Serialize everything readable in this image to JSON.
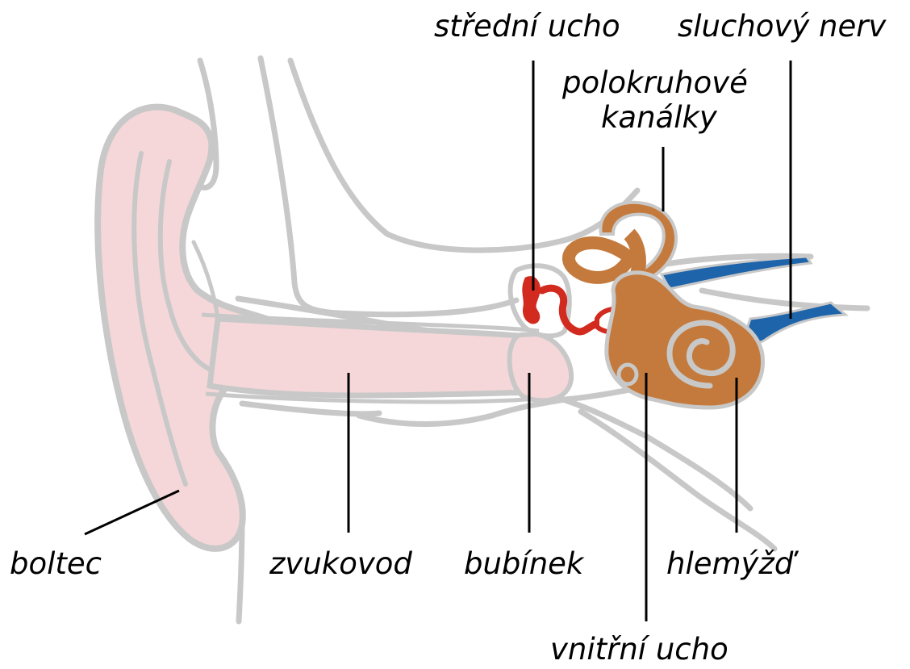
{
  "labels": {
    "middle_ear": "střední ucho",
    "auditory_nerve": "sluchový nerv",
    "semicircular_canals_line1": "polokruhové",
    "semicircular_canals_line2": "kanálky",
    "pinna": "boltec",
    "ear_canal": "zvukovod",
    "eardrum": "bubínek",
    "cochlea": "hlemýžď",
    "inner_ear": "vnitřní ucho"
  },
  "colors": {
    "outline_gray": "#c8c8c8",
    "skin_pink": "#f5d7d9",
    "ossicle_red": "#d22a1e",
    "cochlea_brown": "#c47a3c",
    "nerve_blue": "#1e64aa",
    "leader_line": "#000000"
  }
}
